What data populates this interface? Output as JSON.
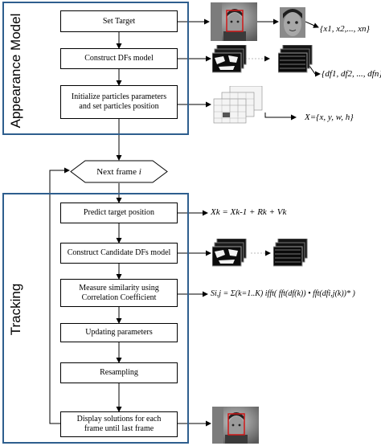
{
  "sections": {
    "appearance": "Appearance Model",
    "tracking": "Tracking"
  },
  "steps": {
    "set_target": "Set Target",
    "construct_dfs": "Construct DFs model",
    "init_particles_1": "Initialize particles parameters",
    "init_particles_2": "and set particles position",
    "next_frame": "Next frame",
    "next_frame_var": "i",
    "predict": "Predict target position",
    "construct_candidate": "Construct Candidate DFs model",
    "measure_1": "Measure similarity using",
    "measure_2": "Correlation Coefficient",
    "updating": "Updating parameters",
    "resampling": "Resampling",
    "display_1": "Display solutions for each",
    "display_2": "frame until last frame"
  },
  "annotations": {
    "target_set": "{x1, x2,..., xn}",
    "dfs_set": "{df1, df2, ..., dfn}",
    "state": "X={x, y, w, h}",
    "predict_eq": "Xk = Xk-1 + Rk + Vk",
    "similarity_eq": "Si,j = Σ(k=1..K) ifft( fft(df(k)) • fft(dfi,j(k))* )"
  },
  "colors": {
    "section_border": "#2e5e8e",
    "face_box": "#d01818"
  }
}
